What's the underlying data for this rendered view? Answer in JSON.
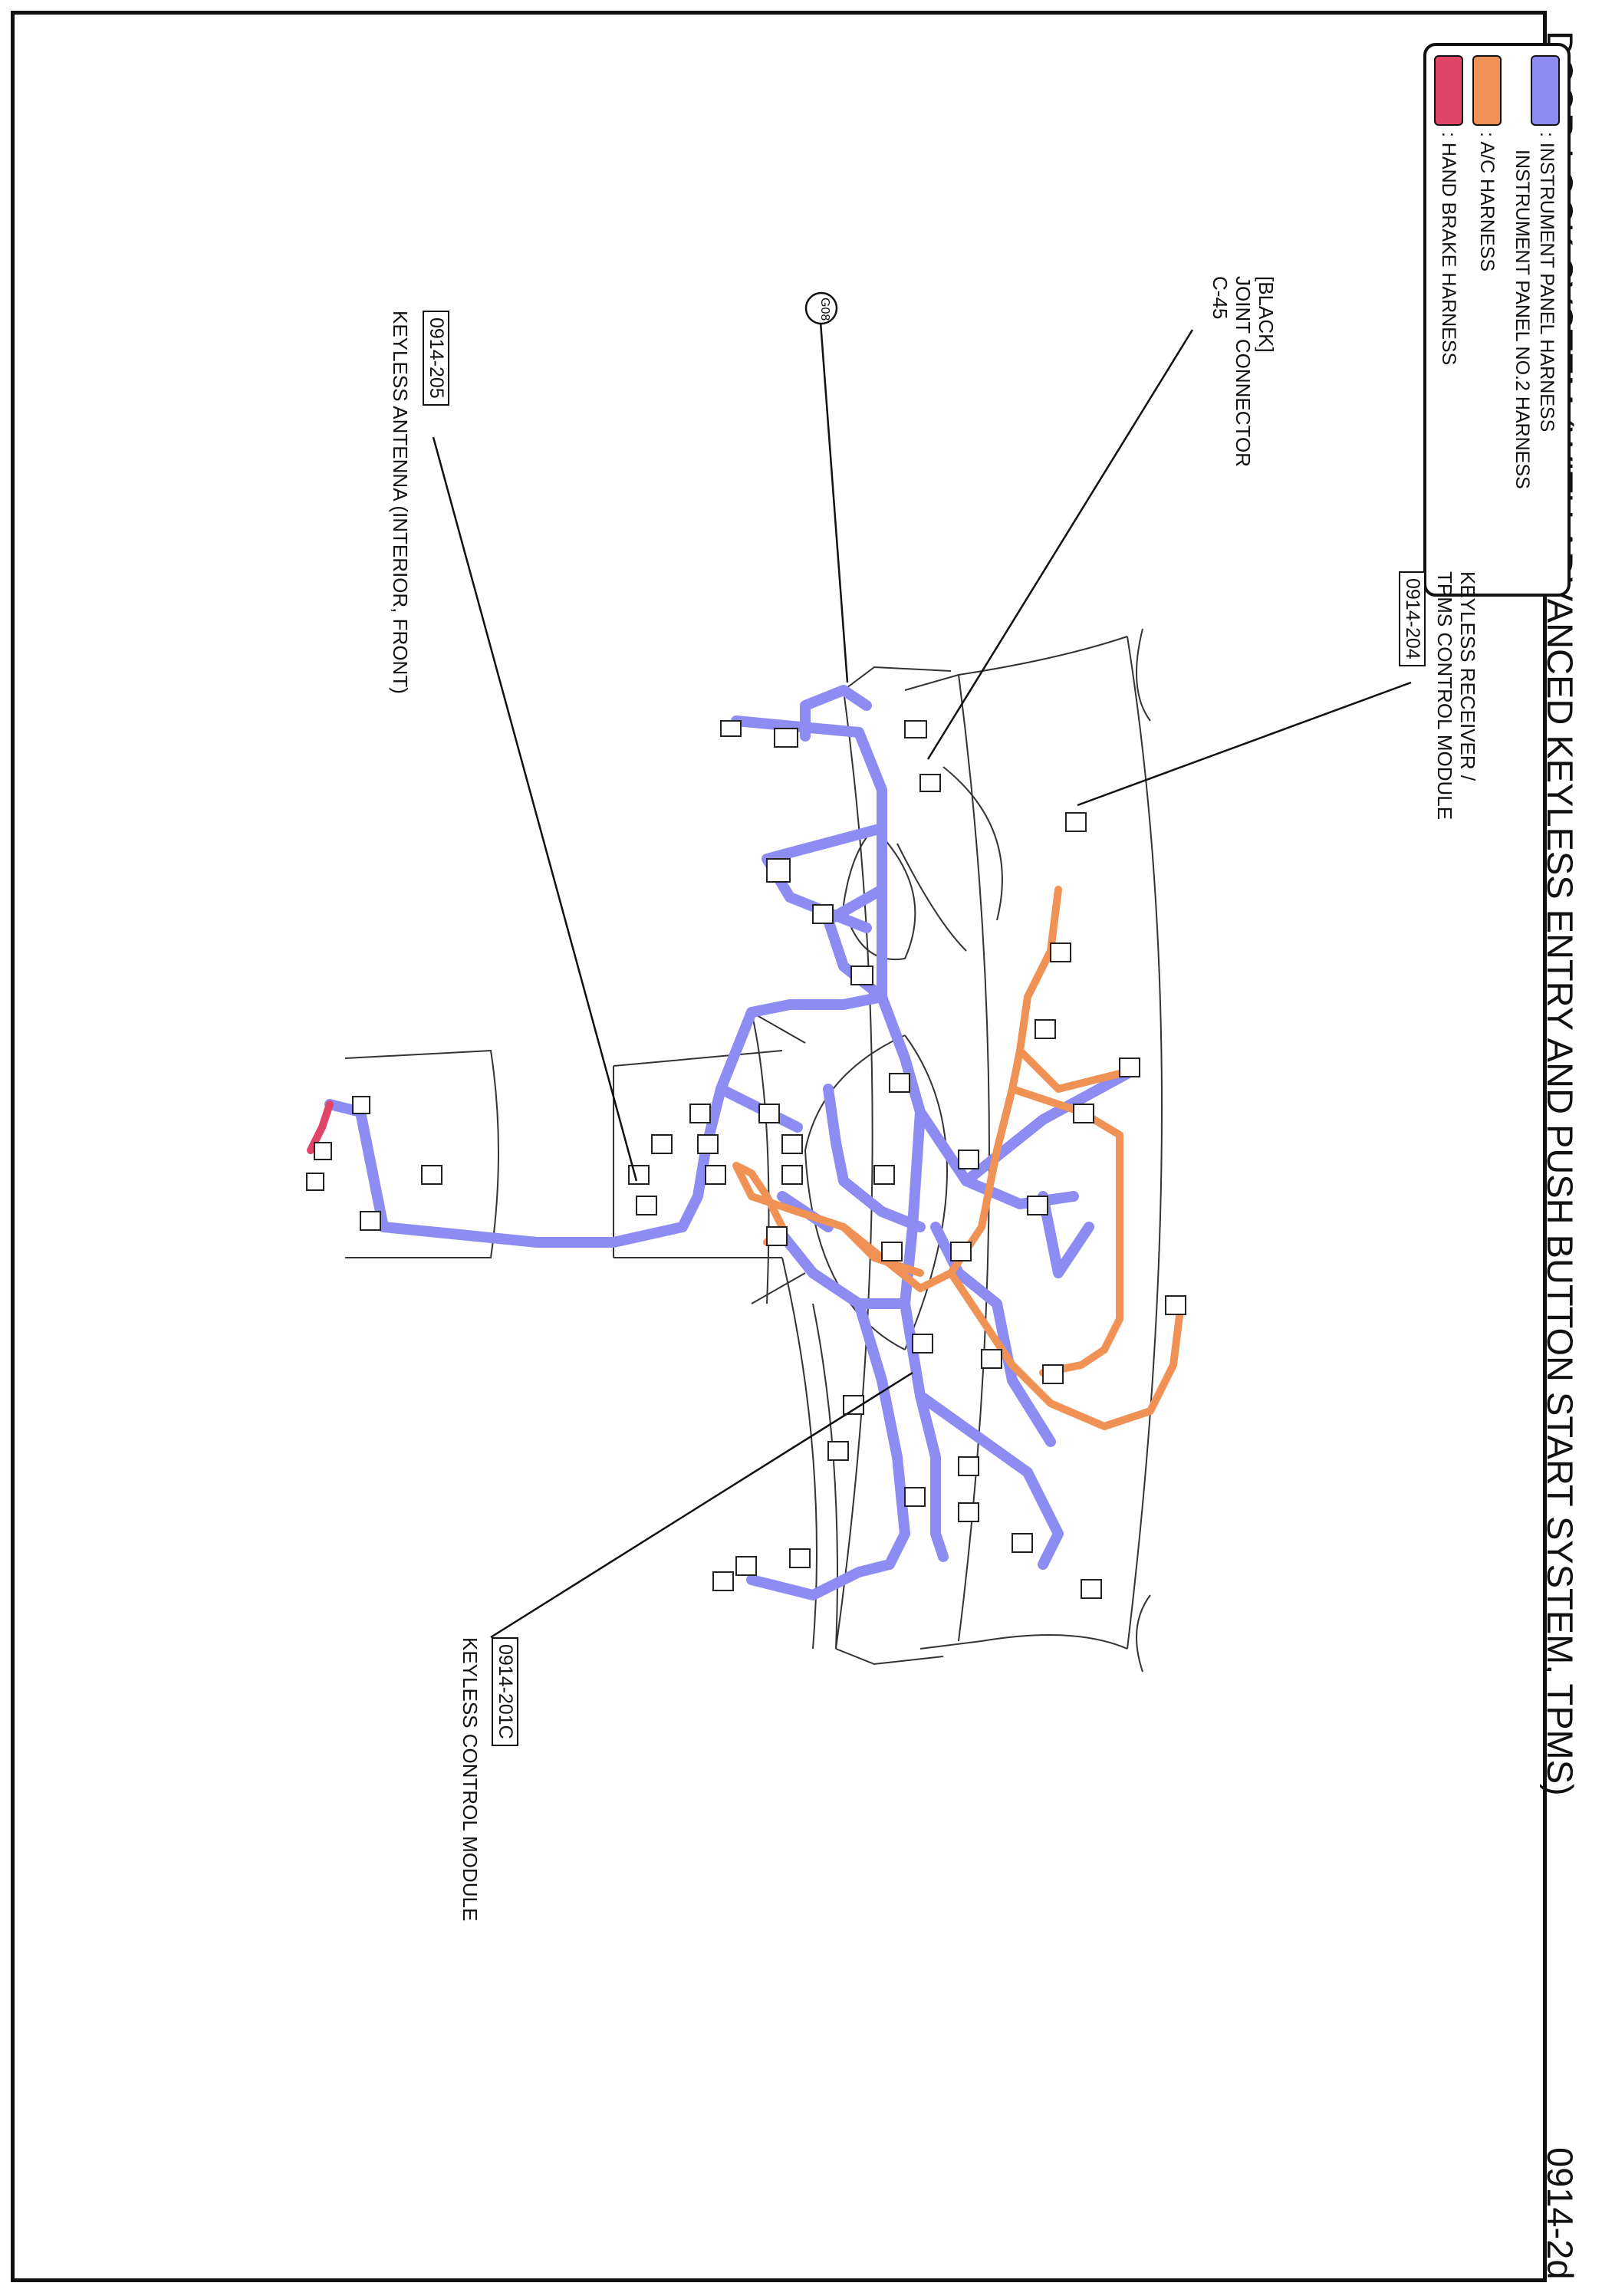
{
  "page": {
    "title": "DOOR LOCK SYSTEM (WITH ADVANCED KEYLESS ENTRY AND PUSH BUTTON START SYSTEM, TPMS)",
    "page_code": "0914-2d"
  },
  "legend": {
    "items": [
      {
        "label": ": INSTRUMENT PANEL HARNESS",
        "color": "#8c8cf2"
      },
      {
        "label": "INSTRUMENT PANEL NO.2 HARNESS",
        "color": "#8c8cf2"
      },
      {
        "label": ": A/C HARNESS",
        "color": "#f09255"
      },
      {
        "label": ": HAND BRAKE HARNESS",
        "color": "#e04466"
      }
    ]
  },
  "callouts": {
    "keyless_receiver": {
      "ref": "0914-204",
      "line1": "KEYLESS RECEIVER /",
      "line2": "TPMS CONTROL MODULE"
    },
    "joint_connector": {
      "line1": "[BLACK]",
      "line2": "JOINT CONNECTOR",
      "line3": "C-45"
    },
    "ground": {
      "label": "G08"
    },
    "keyless_antenna": {
      "ref": "0914-205",
      "line1": "KEYLESS ANTENNA (INTERIOR, FRONT)"
    },
    "keyless_control": {
      "ref": "0914-201C",
      "line1": "KEYLESS CONTROL MODULE"
    }
  },
  "colors": {
    "instrument_panel_harness": "#8c8cf2",
    "ac_harness": "#f09255",
    "hand_brake_harness": "#e04466",
    "outline": "#111111"
  }
}
